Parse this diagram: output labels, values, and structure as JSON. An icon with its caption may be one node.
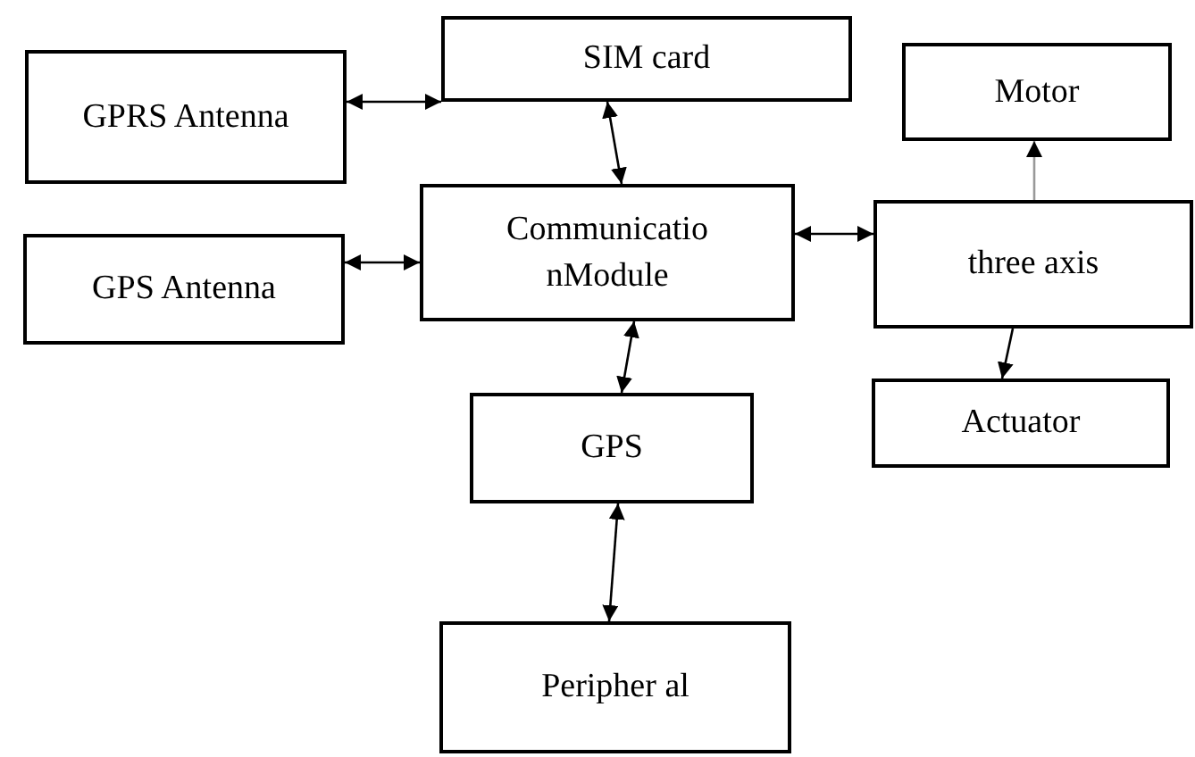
{
  "diagram": {
    "nodes": [
      {
        "text": [
          "SIM card"
        ]
      },
      {
        "text": [
          "GPRS Antenna"
        ]
      },
      {
        "text": [
          "Motor"
        ]
      },
      {
        "text": [
          "Communicatio nModule"
        ]
      },
      {
        "text": [
          "three axis"
        ]
      },
      {
        "text": [
          "GPS Antenna"
        ]
      },
      {
        "text": [
          "Actuator"
        ]
      },
      {
        "text": [
          "GPS"
        ]
      },
      {
        "text": [
          "Peripher al"
        ]
      }
    ],
    "edges": [
      {
        "from": 1,
        "to": 0,
        "arrow": "both"
      },
      {
        "from": 0,
        "to": 3,
        "arrow": "both"
      },
      {
        "from": 5,
        "to": 3,
        "arrow": "both"
      },
      {
        "from": 3,
        "to": 4,
        "arrow": "both"
      },
      {
        "from": 4,
        "to": 2,
        "arrow": "to",
        "color": "#999999"
      },
      {
        "from": 4,
        "to": 6,
        "arrow": "to"
      },
      {
        "from": 3,
        "to": 7,
        "arrow": "both"
      },
      {
        "from": 7,
        "to": 8,
        "arrow": "both"
      }
    ]
  }
}
